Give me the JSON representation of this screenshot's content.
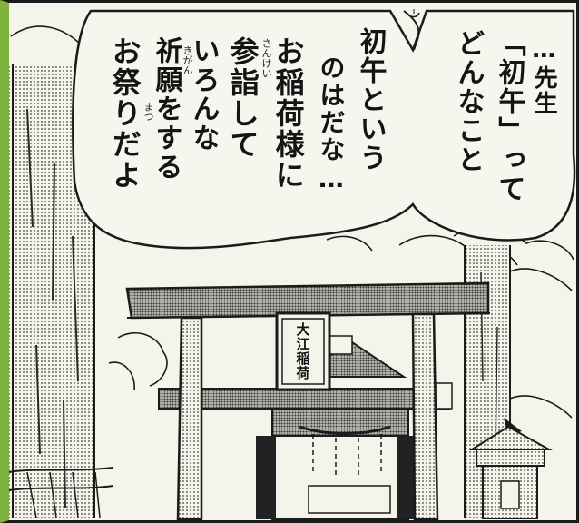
{
  "balloon_right": {
    "line1": "…先生",
    "line2": "「初午」って",
    "line3": "どんなこと"
  },
  "balloon_left": {
    "line1": "初午という",
    "line2": "のはだな…",
    "line3": "お稲荷様に",
    "line4": "参詣して",
    "line5": "いろんな",
    "line6": "祈願をする",
    "line7": "お祭りだよ",
    "furigana_sankei": "さんけい",
    "furigana_kigan": "きがん",
    "furigana_matsu": "まつ"
  },
  "torii_plaque": "大江稲荷",
  "colors": {
    "ink": "#141414",
    "paper": "#f5f4ea",
    "tone": "#8a8a80",
    "edge_green": "#7fb33d"
  }
}
